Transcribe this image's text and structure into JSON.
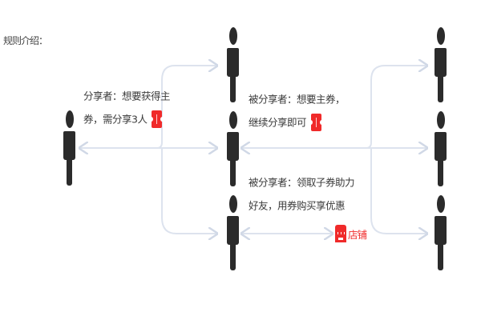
{
  "title": "规则介绍：",
  "sharer": {
    "line1": "分享者：想要获得主",
    "line2": "券，需分享3人",
    "icon": "coupon-icon"
  },
  "shared_a": {
    "line1": "被分享者：想要主券，",
    "line2": "继续分享即可",
    "icon": "coupon-icon"
  },
  "shared_b": {
    "line1": "被分享者：领取子券助力",
    "line2": "好友，用券购买享优惠"
  },
  "store": {
    "label": "店铺",
    "icon": "store-icon"
  },
  "colors": {
    "accent": "#f02a2a",
    "figure": "#2b2b2b",
    "connector": "#dde3ee",
    "text": "#3a3a3a"
  }
}
